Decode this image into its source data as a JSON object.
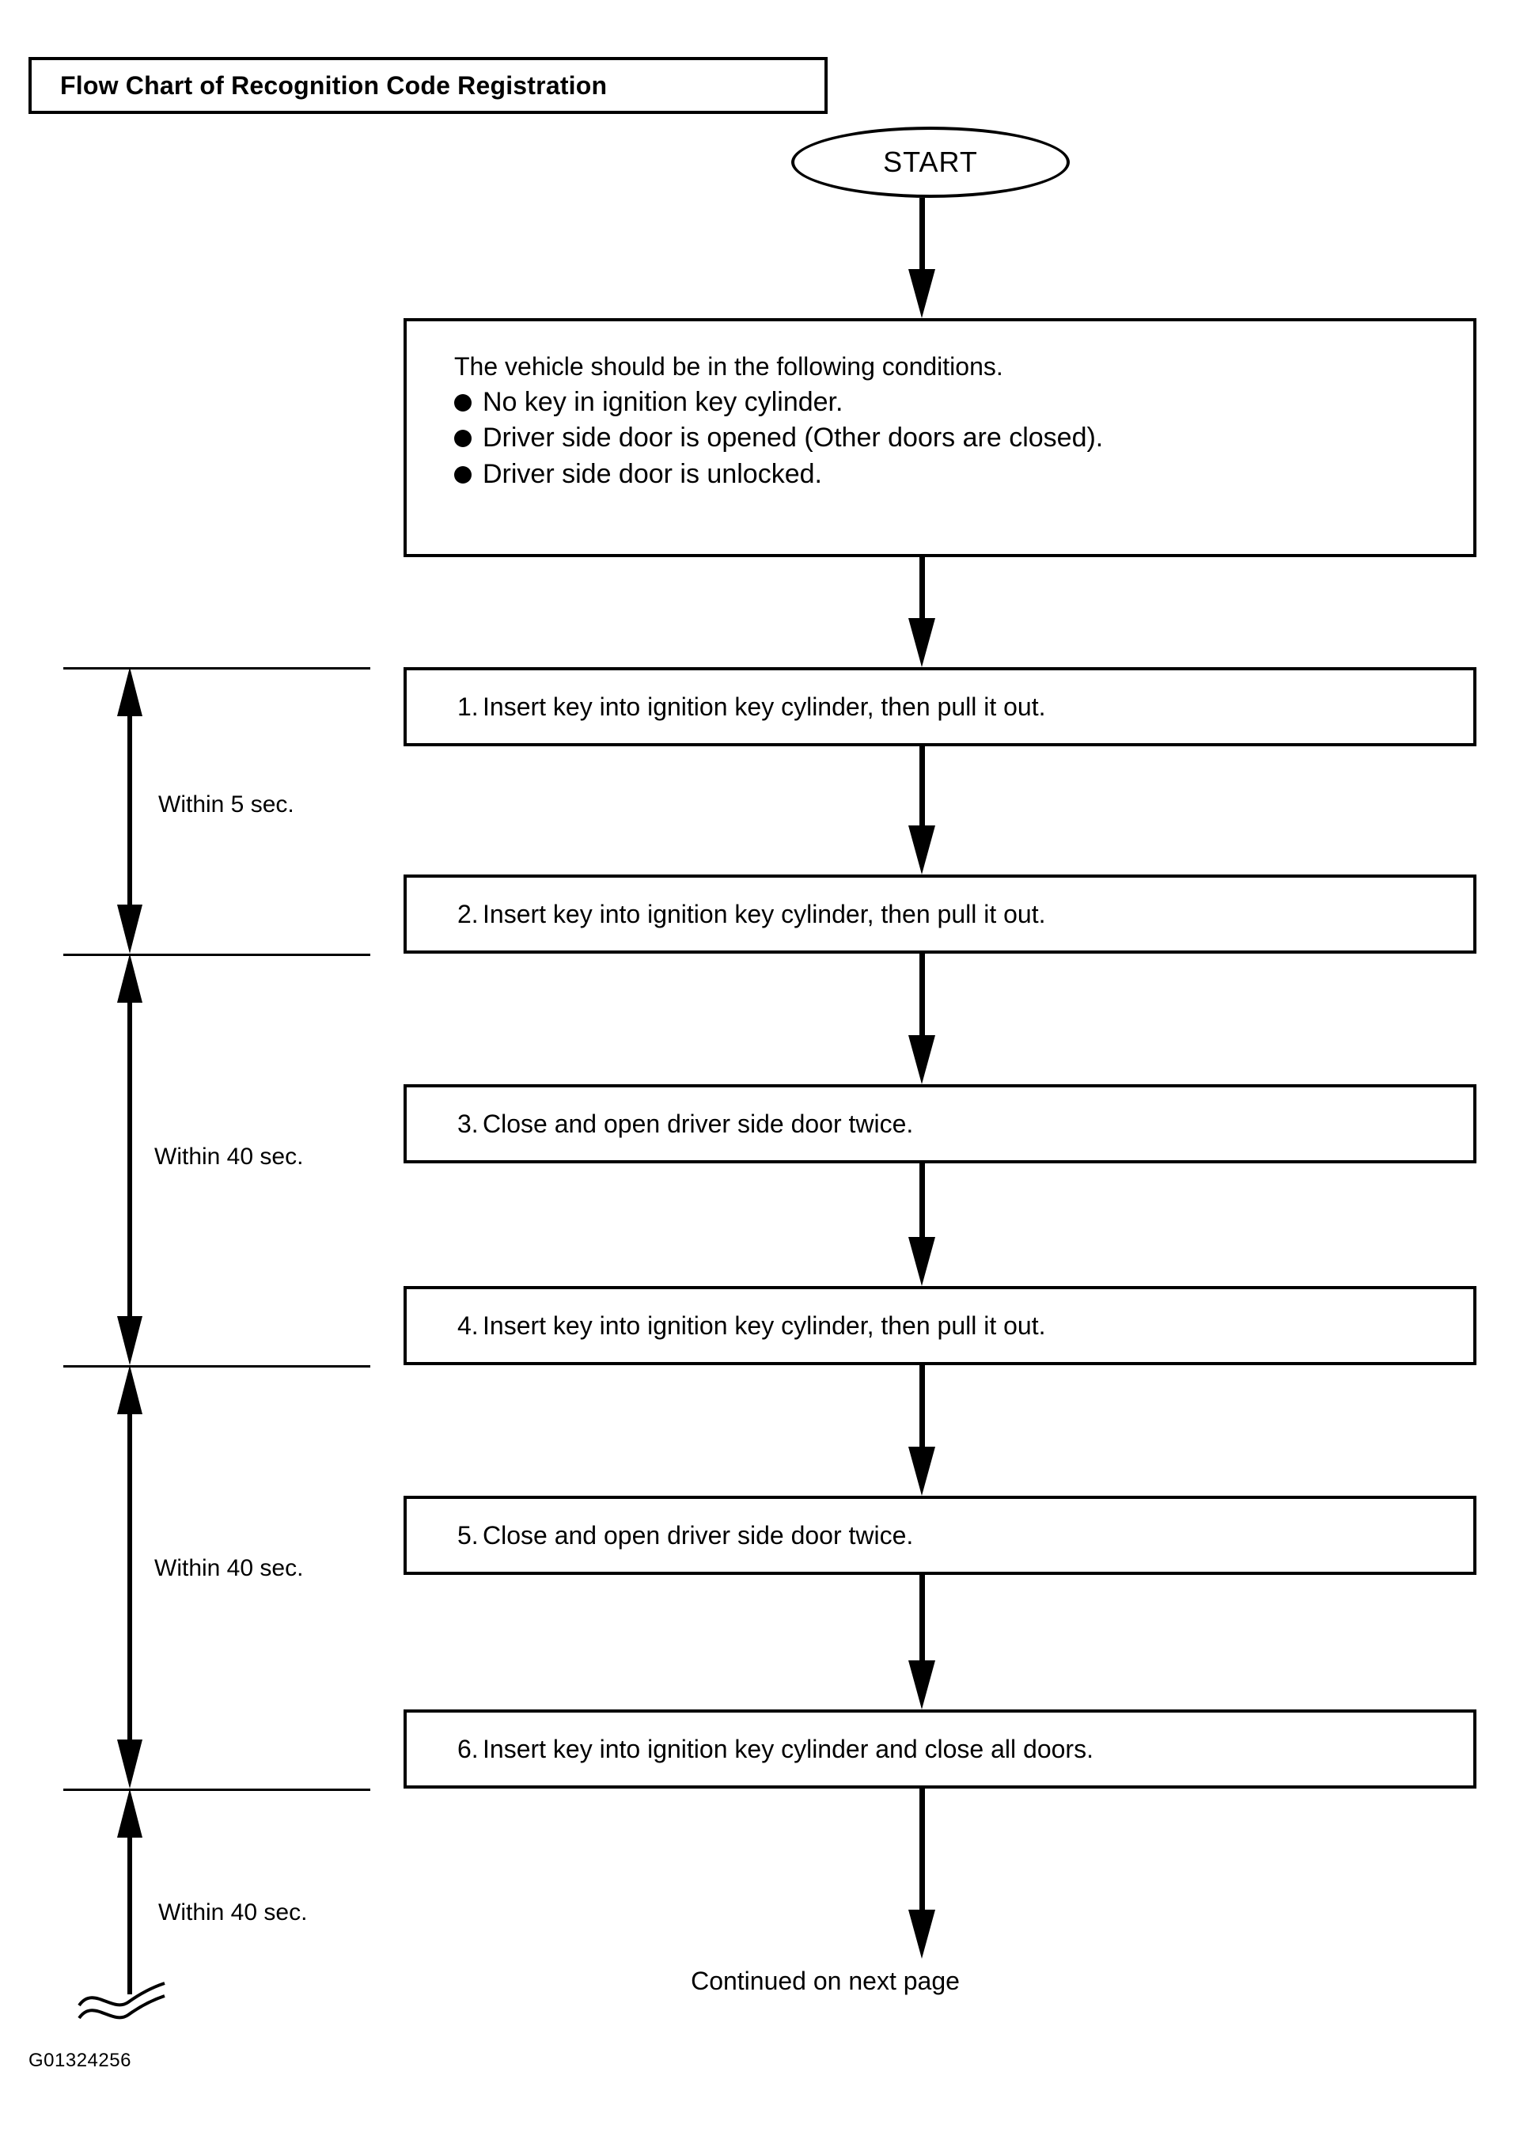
{
  "title": {
    "label": "Flow Chart of Recognition Code Registration"
  },
  "start": {
    "label": "START"
  },
  "conditions_box": {
    "intro": "The vehicle should be in the following conditions.",
    "bullets": [
      "No key in ignition key cylinder.",
      "Driver side door is opened (Other doors are closed).",
      "Driver side door is unlocked."
    ]
  },
  "steps": [
    {
      "number": "1.",
      "text": "Insert key into ignition key cylinder, then pull it out."
    },
    {
      "number": "2.",
      "text": "Insert key into ignition key cylinder, then pull it out."
    },
    {
      "number": "3.",
      "text": "Close and open driver side door twice."
    },
    {
      "number": "4.",
      "text": "Insert key into ignition key cylinder, then pull it out."
    },
    {
      "number": "5.",
      "text": "Close and open driver side door twice."
    },
    {
      "number": "6.",
      "text": "Insert key into ignition key cylinder and close all doors."
    }
  ],
  "timing_spans": [
    {
      "label": "Within 5 sec."
    },
    {
      "label": "Within 40 sec."
    },
    {
      "label": "Within 40 sec."
    },
    {
      "label": "Within 40 sec."
    }
  ],
  "footer": {
    "continued": "Continued on next page",
    "figure_code": "G01324256"
  },
  "colors": {
    "ink": "#000000",
    "paper": "#ffffff"
  }
}
